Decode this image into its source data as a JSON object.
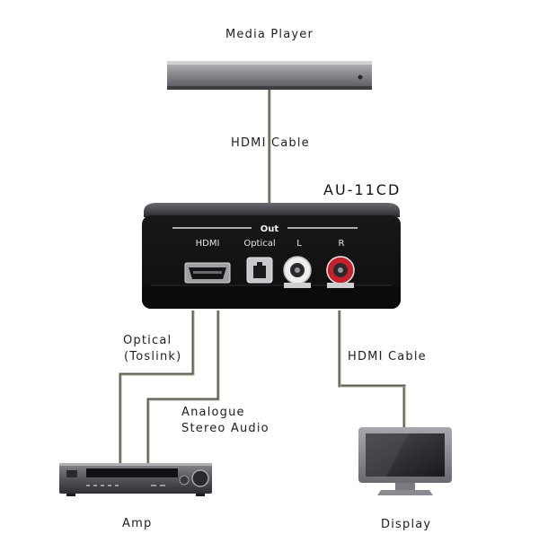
{
  "devices": {
    "media_player": "Media Player",
    "converter": "AU-11CD",
    "amp": "Amp",
    "display": "Display"
  },
  "ports": {
    "group": "Out",
    "hdmi": "HDMI",
    "optical": "Optical",
    "left": "L",
    "right": "R"
  },
  "cables": {
    "input": "HDMI   Cable",
    "optical_line1": "Optical",
    "optical_line2": "(Toslink)",
    "analogue_line1": "Analogue",
    "analogue_line2": "Stereo Audio",
    "display": "HDMI Cable"
  },
  "colors": {
    "cable": "#5e5e52",
    "device_body": "#1b1b1d",
    "rca_red": "#c8202a",
    "rca_white": "#eeeeee"
  }
}
